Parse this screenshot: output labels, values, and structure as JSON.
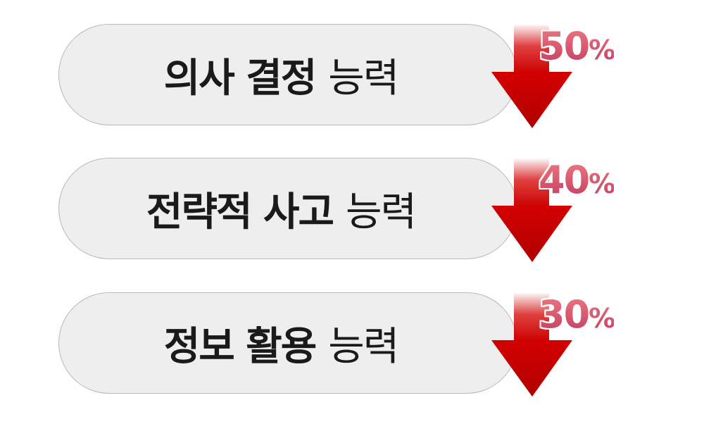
{
  "items": [
    {
      "bold": "의사 결정",
      "rest": "능력",
      "value": "50",
      "unit": "%"
    },
    {
      "bold": "전략적 사고",
      "rest": "능력",
      "value": "40",
      "unit": "%"
    },
    {
      "bold": "정보 활용",
      "rest": "능력",
      "value": "30",
      "unit": "%"
    }
  ],
  "colors": {
    "arrow": "#cc0000",
    "percent_top": "#f07a80",
    "percent_bottom": "#c03c62",
    "pill": "#eeeeee"
  }
}
